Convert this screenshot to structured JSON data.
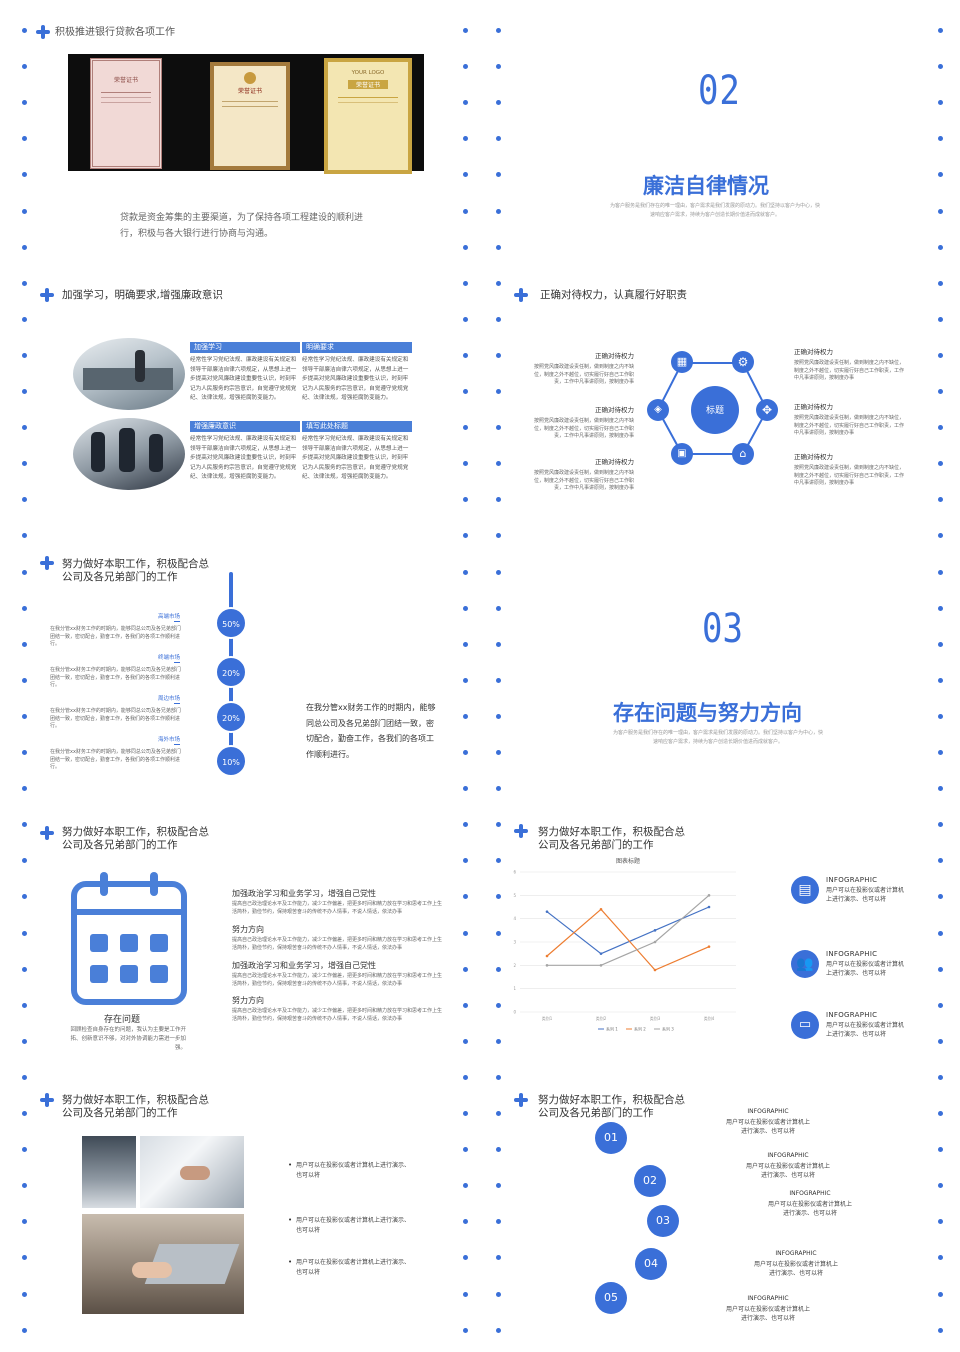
{
  "s1": {
    "title": "积极推进银行贷款各项工作",
    "cert1": "荣誉证书",
    "cert2": "荣誉证书",
    "cert3_logo": "YOUR LOGO",
    "cert3": "荣誉证书",
    "body": "贷款是资金筹集的主要渠道，为了保持各项工程建设的顺利进行，积极与各大银行进行协商与沟通。"
  },
  "s2": {
    "num": "02",
    "title": "廉洁自律情况",
    "sub": "为客户服务是我们存在的唯一理由，客户需求是我们发展的原动力。我们坚持以客户为中心，快速响应客户需求，持续为客户创造长期价值进而成就客户。"
  },
  "s3": {
    "title": "加强学习，明确要求,增强廉政意识",
    "items": [
      {
        "tag": "加强学习",
        "text": "经常性学习党纪法规、廉政建设有关规定和领导干部廉洁自律六项规定，从思想上进一步提高对党风廉政建设重要性认识，时刻牢记为人民服务的宗旨意识，自觉遵守党规党纪、法律法规，增强拒腐防变能力。"
      },
      {
        "tag": "明确要求",
        "text": "经常性学习党纪法规、廉政建设有关规定和领导干部廉洁自律六项规定，从思想上进一步提高对党风廉政建设重要性认识，时刻牢记为人民服务的宗旨意识，自觉遵守党规党纪、法律法规，增强拒腐防变能力。"
      },
      {
        "tag": "增强廉政意识",
        "text": "经常性学习党纪法规、廉政建设有关规定和领导干部廉洁自律六项规定，从思想上进一步提高对党风廉政建设重要性认识，时刻牢记为人民服务的宗旨意识，自觉遵守党规党纪、法律法规，增强拒腐防变能力。"
      },
      {
        "tag": "填写此处标题",
        "text": "经常性学习党纪法规、廉政建设有关规定和领导干部廉洁自律六项规定，从思想上进一步提高对党风廉政建设重要性认识，时刻牢记为人民服务的宗旨意识，自觉遵守党规党纪、法律法规，增强拒腐防变能力。"
      }
    ]
  },
  "s4": {
    "title": "正确对待权力，认真履行好职责",
    "center": "标题",
    "left": [
      {
        "head": "正确对待权力",
        "text": "按照党风廉政建设责任制，做到制度之内不缺位，制度之外不越位，切实履行好自己工作职责，工作中凡事讲原则，按制度办事"
      },
      {
        "head": "正确对待权力",
        "text": "按照党风廉政建设责任制，做到制度之内不缺位，制度之外不越位，切实履行好自己工作职责，工作中凡事讲原则，按制度办事"
      },
      {
        "head": "正确对待权力",
        "text": "按照党风廉政建设责任制，做到制度之内不缺位，制度之外不越位，切实履行好自己工作职责，工作中凡事讲原则，按制度办事"
      }
    ],
    "right": [
      {
        "head": "正确对待权力",
        "text": "按照党风廉政建设责任制，做到制度之内不缺位，制度之外不越位，切实履行好自己工作职责，工作中凡事讲原则，按制度办事"
      },
      {
        "head": "正确对待权力",
        "text": "按照党风廉政建设责任制，做到制度之内不缺位，制度之外不越位，切实履行好自己工作职责，工作中凡事讲原则，按制度办事"
      },
      {
        "head": "正确对待权力",
        "text": "按照党风廉政建设责任制，做到制度之内不缺位，制度之外不越位，切实履行好自己工作职责，工作中凡事讲原则，按制度办事"
      }
    ]
  },
  "s5": {
    "title": "努力做好本职工作，积极配合总公司及各兄弟部门的工作",
    "items": [
      {
        "label": "高端市场",
        "text": "在我分管xx财务工作的时期内，能够同总公司及各兄弟部门团结一致，密切配合，勤奋工作，各我们的各项工作顺利进行。",
        "pct": "50%"
      },
      {
        "label": "终端市场",
        "text": "在我分管xx财务工作的时期内，能够同总公司及各兄弟部门团结一致，密切配合，勤奋工作，各我们的各项工作顺利进行。",
        "pct": "20%"
      },
      {
        "label": "周边市场",
        "text": "在我分管xx财务工作的时期内，能够同总公司及各兄弟部门团结一致，密切配合，勤奋工作，各我们的各项工作顺利进行。",
        "pct": "20%"
      },
      {
        "label": "海外市场",
        "text": "在我分管xx财务工作的时期内，能够同总公司及各兄弟部门团结一致，密切配合，勤奋工作，各我们的各项工作顺利进行。",
        "pct": "10%"
      }
    ],
    "body": "在我分管xx财务工作的时期内，能够同总公司及各兄弟部门团结一致，密切配合，勤奋工作，各我们的各项工作顺利进行。"
  },
  "s6": {
    "num": "03",
    "title": "存在问题与努力方向",
    "sub": "为客户服务是我们存在的唯一理由，客户需求是我们发展的原动力。我们坚持以客户为中心，快速响应客户需求，持续为客户创造长期价值进而成就客户。"
  },
  "s7": {
    "title": "努力做好本职工作，积极配合总公司及各兄弟部门的工作",
    "problem_head": "存在问题",
    "problem_text": "回顾检查自身存在的问题，我认为主要是工作开拓、创新意识不够，对对外协调能力需进一步加强。",
    "items": [
      {
        "head": "加强政治学习和业务学习，增强自己党性",
        "text": "提高自己政治理论水平及工作能力，减少工作偏差，把更多时间和精力放在学习和思考工作上生活简朴，勤俭节约，保持艰苦奋斗的传统不办人情事，不说人情话，依法办事"
      },
      {
        "head": "努力方向",
        "text": "提高自己政治理论水平及工作能力，减少工作偏差，把更多时间和精力放在学习和思考工作上生活简朴，勤俭节约，保持艰苦奋斗的传统不办人情事，不说人情话，依法办事"
      },
      {
        "head": "加强政治学习和业务学习，增强自己党性",
        "text": "提高自己政治理论水平及工作能力，减少工作偏差，把更多时间和精力放在学习和思考工作上生活简朴，勤俭节约，保持艰苦奋斗的传统不办人情事，不说人情话，依法办事"
      },
      {
        "head": "努力方向",
        "text": "提高自己政治理论水平及工作能力，减少工作偏差，把更多时间和精力放在学习和思考工作上生活简朴，勤俭节约，保持艰苦奋斗的传统不办人情事，不说人情话，依法办事"
      }
    ]
  },
  "s8": {
    "title": "努力做好本职工作，积极配合总公司及各兄弟部门的工作",
    "info": [
      {
        "head": "INFOGRAPHIC",
        "text": "用户可以在投影仪或者计算机上进行演示、也可以将"
      },
      {
        "head": "INFOGRAPHIC",
        "text": "用户可以在投影仪或者计算机上进行演示、也可以将"
      },
      {
        "head": "INFOGRAPHIC",
        "text": "用户可以在投影仪或者计算机上进行演示、也可以将"
      }
    ]
  },
  "chart_data": {
    "type": "line",
    "title": "图表标题",
    "categories": [
      "类别1",
      "类别2",
      "类别3",
      "类别4"
    ],
    "ylim": [
      0,
      6
    ],
    "yticks": [
      "0",
      "1",
      "2",
      "3",
      "4",
      "5",
      "6"
    ],
    "series": [
      {
        "name": "系列 1",
        "values": [
          4.3,
          2.5,
          3.5,
          4.5
        ],
        "color": "#4472c4"
      },
      {
        "name": "系列 2",
        "values": [
          2.4,
          4.4,
          1.8,
          2.8
        ],
        "color": "#ed7d31"
      },
      {
        "name": "系列 3",
        "values": [
          2,
          2,
          3,
          5
        ],
        "color": "#a5a5a5"
      }
    ],
    "legend": "bottom",
    "grid": true
  },
  "s9": {
    "title": "努力做好本职工作，积极配合总公司及各兄弟部门的工作",
    "bullets": [
      "用户可以在投影仪或者计算机上进行演示、也可以将",
      "用户可以在投影仪或者计算机上进行演示、也可以将",
      "用户可以在投影仪或者计算机上进行演示、也可以将"
    ]
  },
  "s10": {
    "title": "努力做好本职工作，积极配合总公司及各兄弟部门的工作",
    "nums": [
      "01",
      "02",
      "03",
      "04",
      "05"
    ],
    "info": [
      {
        "head": "INFOGRAPHIC",
        "text": "用户可以在投影仪或者计算机上进行演示、也可以将"
      },
      {
        "head": "INFOGRAPHIC",
        "text": "用户可以在投影仪或者计算机上进行演示、也可以将"
      },
      {
        "head": "INFOGRAPHIC",
        "text": "用户可以在投影仪或者计算机上进行演示、也可以将"
      },
      {
        "head": "INFOGRAPHIC",
        "text": "用户可以在投影仪或者计算机上进行演示、也可以将"
      },
      {
        "head": "INFOGRAPHIC",
        "text": "用户可以在投影仪或者计算机上进行演示、也可以将"
      }
    ]
  },
  "colors": {
    "accent": "#3a6fd8",
    "tag": "#4a7fd8"
  }
}
